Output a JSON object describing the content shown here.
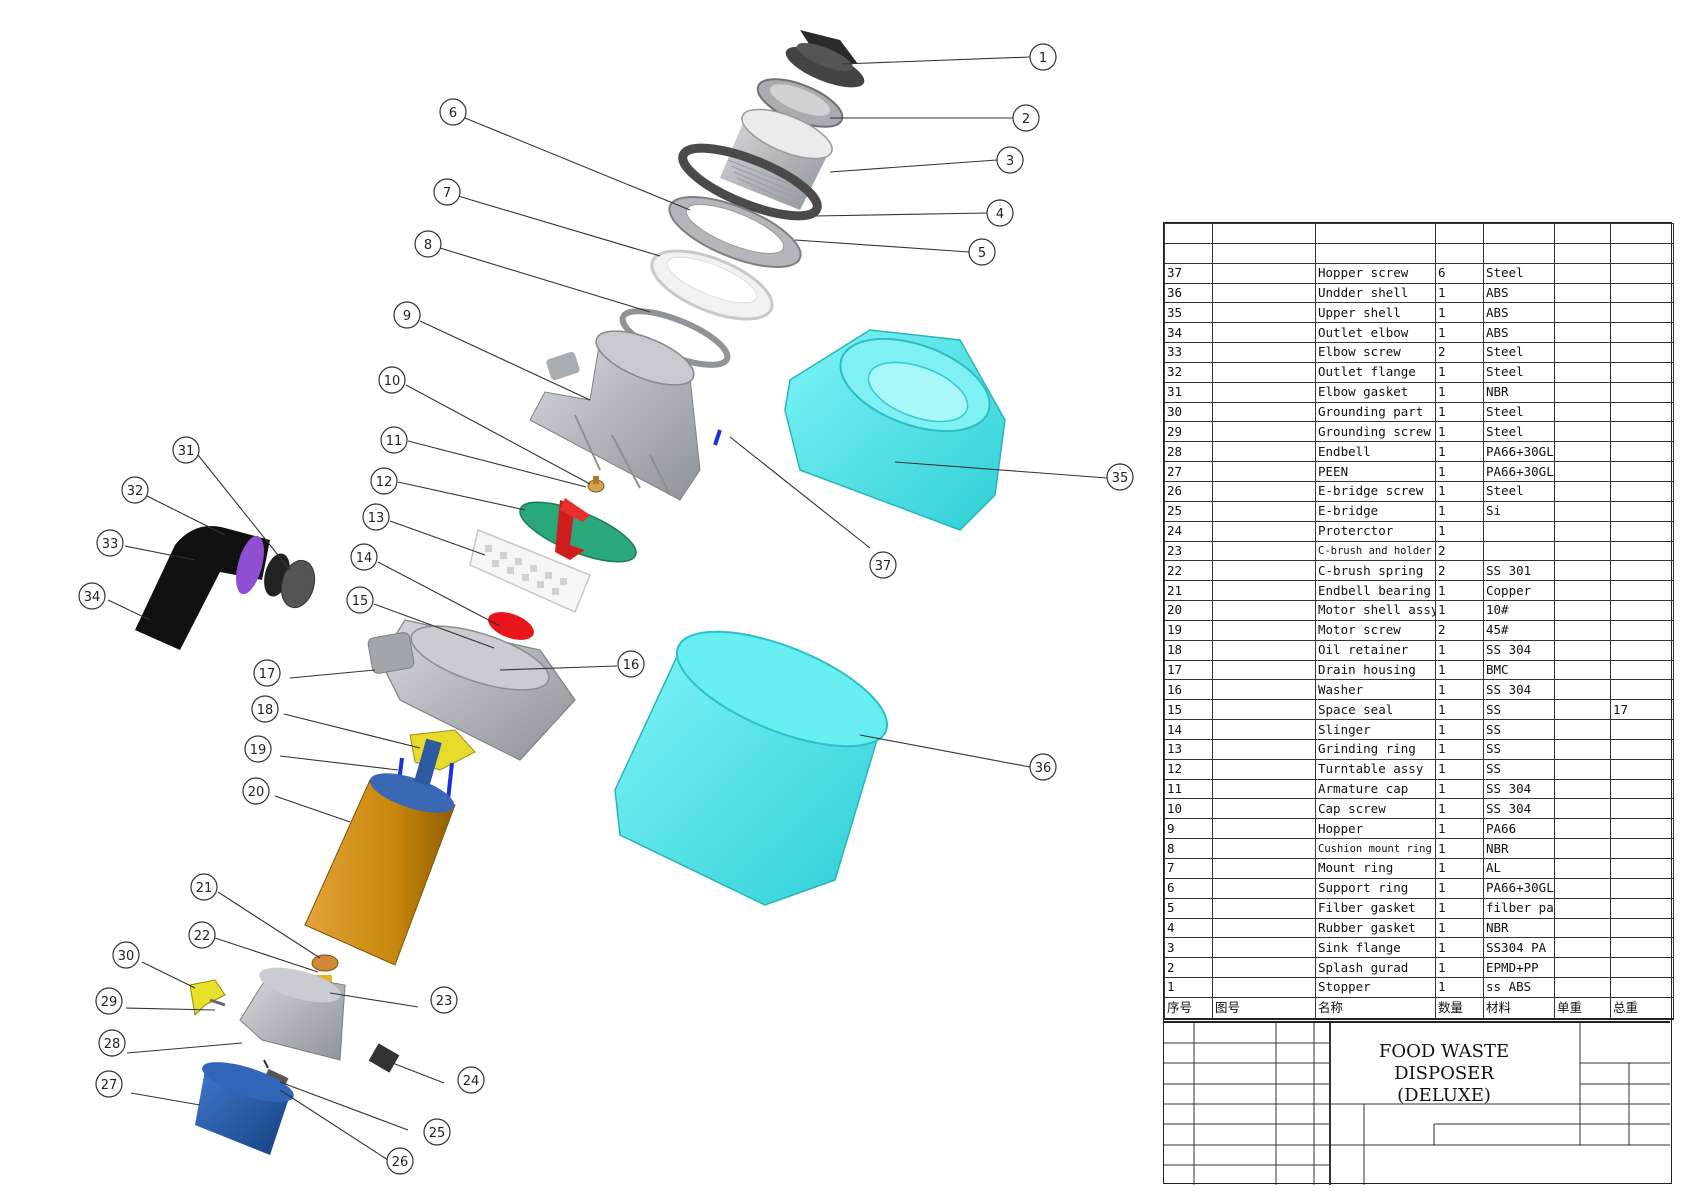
{
  "document": {
    "title": "FOOD WASTE DISPOSER",
    "subtitle": "(DELUXE)"
  },
  "callouts": [
    "1",
    "2",
    "3",
    "4",
    "5",
    "6",
    "7",
    "8",
    "9",
    "10",
    "11",
    "12",
    "13",
    "14",
    "15",
    "16",
    "17",
    "18",
    "19",
    "20",
    "21",
    "22",
    "23",
    "24",
    "25",
    "26",
    "27",
    "28",
    "29",
    "30",
    "31",
    "32",
    "33",
    "34",
    "35",
    "36",
    "37"
  ],
  "bom": {
    "headers": {
      "no": "序号",
      "drawing": "图号",
      "name": "名称",
      "qty": "数量",
      "material": "材料",
      "unit_weight": "单重",
      "total_weight": "总重"
    },
    "rows": [
      {
        "no": "37",
        "name": "Hopper screw",
        "qty": "6",
        "material": "Steel",
        "total": ""
      },
      {
        "no": "36",
        "name": "Undder shell",
        "qty": "1",
        "material": "ABS",
        "total": ""
      },
      {
        "no": "35",
        "name": "Upper shell",
        "qty": "1",
        "material": "ABS",
        "total": ""
      },
      {
        "no": "34",
        "name": "Outlet elbow",
        "qty": "1",
        "material": "ABS",
        "total": ""
      },
      {
        "no": "33",
        "name": "Elbow screw",
        "qty": "2",
        "material": "Steel",
        "total": ""
      },
      {
        "no": "32",
        "name": "Outlet flange",
        "qty": "1",
        "material": "Steel",
        "total": ""
      },
      {
        "no": "31",
        "name": "Elbow gasket",
        "qty": "1",
        "material": "NBR",
        "total": ""
      },
      {
        "no": "30",
        "name": "Grounding part",
        "qty": "1",
        "material": "Steel",
        "total": ""
      },
      {
        "no": "29",
        "name": "Grounding screw",
        "qty": "1",
        "material": "Steel",
        "total": ""
      },
      {
        "no": "28",
        "name": "Endbell",
        "qty": "1",
        "material": "PA66+30GL",
        "total": ""
      },
      {
        "no": "27",
        "name": "PEEN",
        "qty": "1",
        "material": "PA66+30GL",
        "total": ""
      },
      {
        "no": "26",
        "name": "E-bridge screw",
        "qty": "1",
        "material": "Steel",
        "total": ""
      },
      {
        "no": "25",
        "name": "E-bridge",
        "qty": "1",
        "material": "Si",
        "total": ""
      },
      {
        "no": "24",
        "name": "Proterctor",
        "qty": "1",
        "material": "",
        "total": ""
      },
      {
        "no": "23",
        "name": "C-brush and holder",
        "qty": "2",
        "material": "",
        "total": ""
      },
      {
        "no": "22",
        "name": "C-brush spring",
        "qty": "2",
        "material": "SS 301",
        "total": ""
      },
      {
        "no": "21",
        "name": "Endbell bearing",
        "qty": "1",
        "material": "Copper",
        "total": ""
      },
      {
        "no": "20",
        "name": "Motor shell assy",
        "qty": "1",
        "material": "10#",
        "total": ""
      },
      {
        "no": "19",
        "name": "Motor screw",
        "qty": "2",
        "material": "45#",
        "total": ""
      },
      {
        "no": "18",
        "name": "Oil retainer",
        "qty": "1",
        "material": "SS 304",
        "total": ""
      },
      {
        "no": "17",
        "name": "Drain housing",
        "qty": "1",
        "material": "BMC",
        "total": ""
      },
      {
        "no": "16",
        "name": "Washer",
        "qty": "1",
        "material": "SS 304",
        "total": ""
      },
      {
        "no": "15",
        "name": "Space seal",
        "qty": "1",
        "material": "SS",
        "total": "17"
      },
      {
        "no": "14",
        "name": "Slinger",
        "qty": "1",
        "material": "SS",
        "total": ""
      },
      {
        "no": "13",
        "name": "Grinding ring",
        "qty": "1",
        "material": "SS",
        "total": ""
      },
      {
        "no": "12",
        "name": "Turntable assy",
        "qty": "1",
        "material": "SS",
        "total": ""
      },
      {
        "no": "11",
        "name": "Armature cap",
        "qty": "1",
        "material": "SS 304",
        "total": ""
      },
      {
        "no": "10",
        "name": "Cap screw",
        "qty": "1",
        "material": "SS 304",
        "total": ""
      },
      {
        "no": "9",
        "name": "Hopper",
        "qty": "1",
        "material": "PA66",
        "total": ""
      },
      {
        "no": "8",
        "name": "Cushion mount ring",
        "qty": "1",
        "material": "NBR",
        "total": ""
      },
      {
        "no": "7",
        "name": "Mount ring",
        "qty": "1",
        "material": "AL",
        "total": ""
      },
      {
        "no": "6",
        "name": "Support ring",
        "qty": "1",
        "material": "PA66+30GL",
        "total": ""
      },
      {
        "no": "5",
        "name": "Filber gasket",
        "qty": "1",
        "material": "filber paper",
        "total": ""
      },
      {
        "no": "4",
        "name": "Rubber gasket",
        "qty": "1",
        "material": "NBR",
        "total": ""
      },
      {
        "no": "3",
        "name": "Sink flange",
        "qty": "1",
        "material": "SS304 PA",
        "total": ""
      },
      {
        "no": "2",
        "name": "Splash gurad",
        "qty": "1",
        "material": "EPMD+PP",
        "total": ""
      },
      {
        "no": "1",
        "name": "Stopper",
        "qty": "1",
        "material": "ss ABS",
        "total": ""
      }
    ]
  },
  "colors": {
    "grey_part": "#b9bdc2",
    "cyan_shell": "#55e8ec",
    "motor_orange": "#c8860a",
    "endcap_blue": "#2456a8",
    "elbow_black": "#111111",
    "turntable_green": "#2aa87a",
    "seal_red": "#e8161c"
  }
}
